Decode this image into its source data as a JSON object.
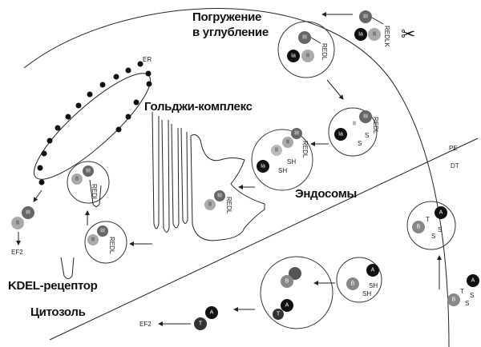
{
  "labels": {
    "invagination_line1": "Погружение",
    "invagination_line2": "в углубление",
    "er": "ER",
    "golgi": "Гольджи-комплекс",
    "endosomes": "Эндосомы",
    "kdel_receptor": "KDEL-рецептор",
    "cytosol": "Цитозоль",
    "pe": "PE",
    "dt": "DT",
    "ef2": "EF2",
    "redlk": "REDLK",
    "redl": "REDL",
    "s": "S",
    "sh": "SH"
  },
  "subunits": {
    "iii": "III",
    "ii": "II",
    "ia": "Ia",
    "a": "A",
    "b": "B",
    "t": "T"
  },
  "icons": {
    "scissors": "✂"
  }
}
